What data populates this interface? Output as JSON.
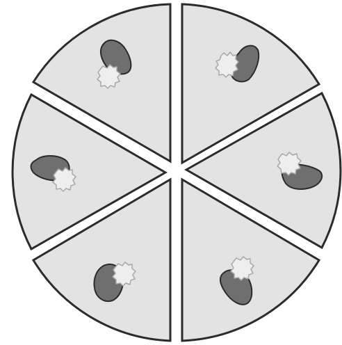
{
  "diagram": {
    "sectors": 6,
    "items": [
      {
        "shape": "dark-blob",
        "marker": "light-splat"
      },
      {
        "shape": "dark-blob",
        "marker": "light-splat"
      },
      {
        "shape": "dark-blob",
        "marker": "light-splat"
      },
      {
        "shape": "dark-blob",
        "marker": "light-splat"
      },
      {
        "shape": "dark-blob",
        "marker": "light-splat"
      },
      {
        "shape": "dark-blob",
        "marker": "light-splat"
      }
    ],
    "colors": {
      "sector_fill": "#e3e3e3",
      "outline": "#2b2b2b",
      "blob_fill": "#6f6f6f",
      "splat_fill": "#eeeeee",
      "splat_stroke": "#a8a8a8",
      "background": "#ffffff"
    }
  }
}
